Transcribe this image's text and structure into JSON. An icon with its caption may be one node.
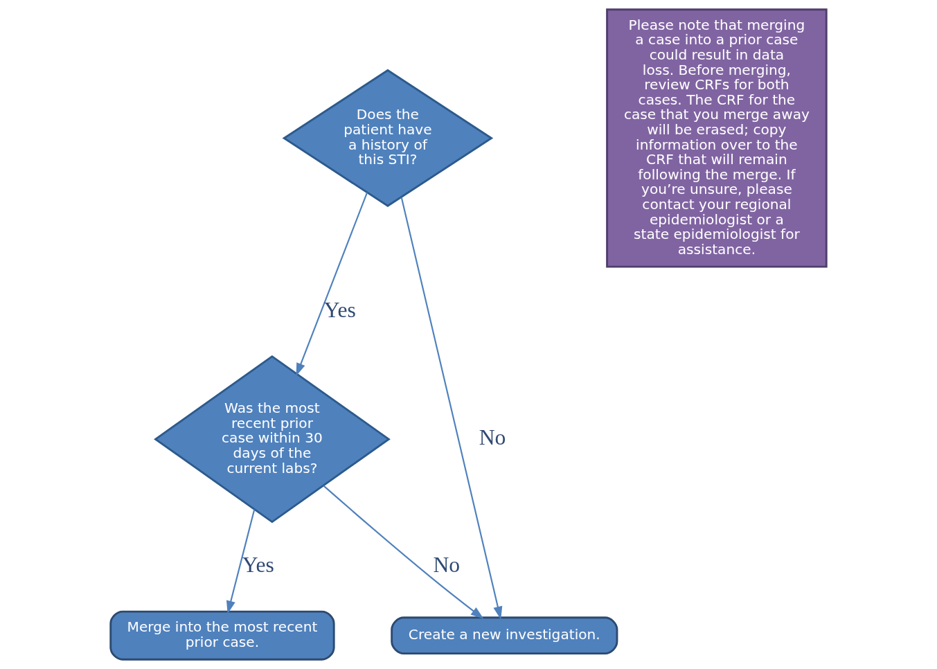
{
  "diagram": {
    "nodes": [
      {
        "text": [
          "Does the patient have a history of this STI?"
        ]
      },
      {
        "text": [
          "Was the most recent prior case within 30 days of the current labs?"
        ]
      },
      {
        "text": [
          "Merge into the most recent prior case."
        ]
      },
      {
        "text": [
          "Create a new investigation."
        ]
      },
      {
        "text": [
          "Please note that merging a case into a prior case could result in data loss. Before merging, review CRFs for both cases. The CRF for the case that you merge away will be erased; copy information over to the CRF that will remain following the merge. If you’re unsure, please contact your regional epidemiologist or a state epidemiologist for assistance."
        ]
      }
    ],
    "edges": [
      {
        "from": 0,
        "to": 1,
        "arrow": "to",
        "label": "Yes"
      },
      {
        "from": 0,
        "to": 3,
        "arrow": "to",
        "label": "No"
      },
      {
        "from": 1,
        "to": 2,
        "arrow": "to",
        "label": "Yes"
      },
      {
        "from": 1,
        "to": 3,
        "arrow": "to",
        "label": "No"
      }
    ]
  }
}
